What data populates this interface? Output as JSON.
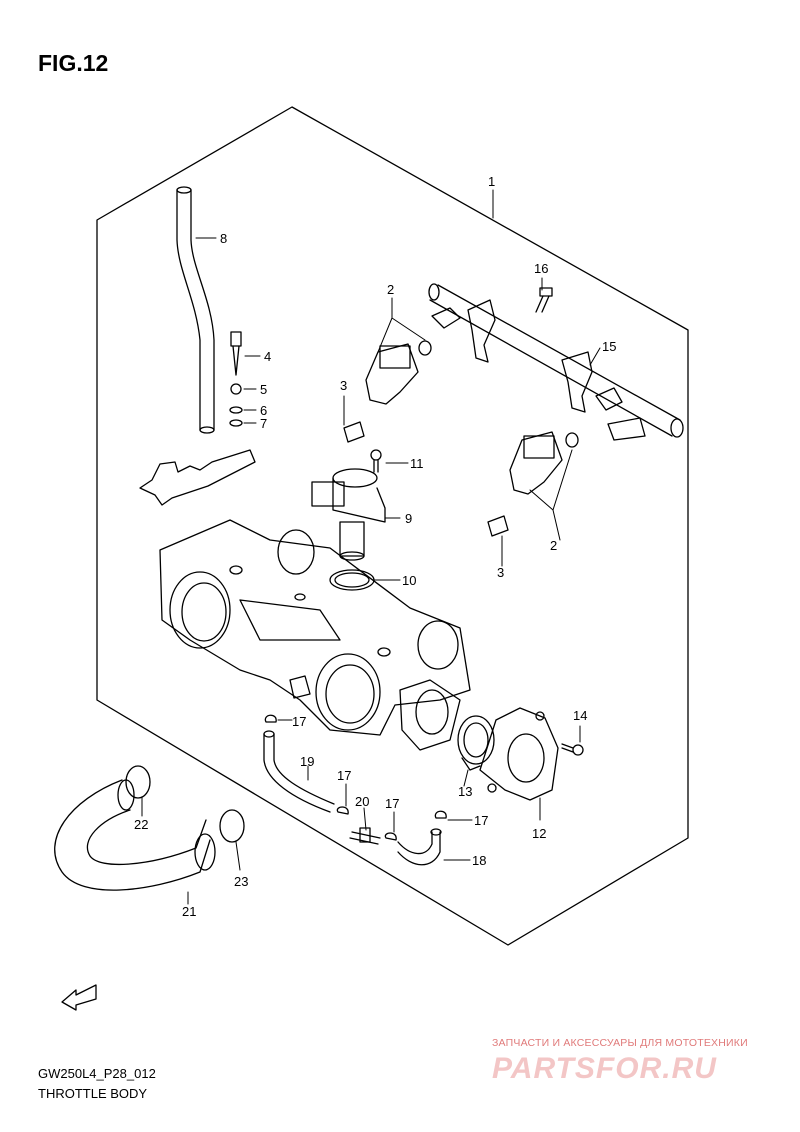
{
  "figure": {
    "title": "FIG.12",
    "model_code": "GW250L4_P28_012",
    "section_name": "THROTTLE BODY"
  },
  "callouts": [
    {
      "id": "c1",
      "text": "1"
    },
    {
      "id": "c2a",
      "text": "2"
    },
    {
      "id": "c2b",
      "text": "2"
    },
    {
      "id": "c3a",
      "text": "3"
    },
    {
      "id": "c3b",
      "text": "3"
    },
    {
      "id": "c4",
      "text": "4"
    },
    {
      "id": "c5",
      "text": "5"
    },
    {
      "id": "c6",
      "text": "6"
    },
    {
      "id": "c7",
      "text": "7"
    },
    {
      "id": "c8",
      "text": "8"
    },
    {
      "id": "c9",
      "text": "9"
    },
    {
      "id": "c10",
      "text": "10"
    },
    {
      "id": "c11",
      "text": "11"
    },
    {
      "id": "c12",
      "text": "12"
    },
    {
      "id": "c13",
      "text": "13"
    },
    {
      "id": "c14",
      "text": "14"
    },
    {
      "id": "c15",
      "text": "15"
    },
    {
      "id": "c16",
      "text": "16"
    },
    {
      "id": "c17a",
      "text": "17"
    },
    {
      "id": "c17b",
      "text": "17"
    },
    {
      "id": "c17c",
      "text": "17"
    },
    {
      "id": "c17d",
      "text": "17"
    },
    {
      "id": "c18",
      "text": "18"
    },
    {
      "id": "c19",
      "text": "19"
    },
    {
      "id": "c20",
      "text": "20"
    },
    {
      "id": "c21",
      "text": "21"
    },
    {
      "id": "c22",
      "text": "22"
    },
    {
      "id": "c23",
      "text": "23"
    }
  ],
  "fwd_label": "FWD",
  "watermark": {
    "tagline": "ЗАПЧАСТИ И АКСЕССУАРЫ ДЛЯ МОТОТЕХНИКИ",
    "brand": "PARTSFOR.RU",
    "color": "#e07a7a"
  }
}
